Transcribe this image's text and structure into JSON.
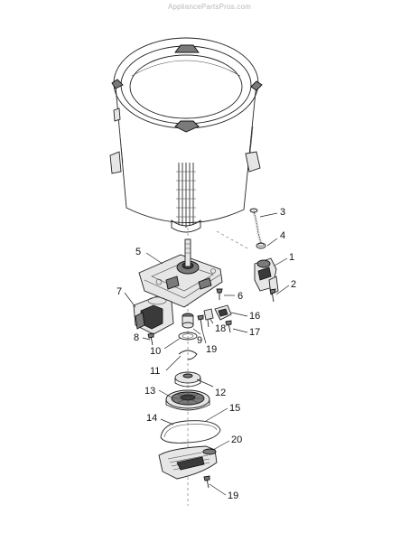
{
  "watermark": "AppliancePartsPros.com",
  "callouts": [
    {
      "id": "3",
      "text": "3"
    },
    {
      "id": "4",
      "text": "4"
    },
    {
      "id": "1",
      "text": "1"
    },
    {
      "id": "2",
      "text": "2"
    },
    {
      "id": "5",
      "text": "5"
    },
    {
      "id": "6",
      "text": "6"
    },
    {
      "id": "7",
      "text": "7"
    },
    {
      "id": "16",
      "text": "16"
    },
    {
      "id": "18",
      "text": "18"
    },
    {
      "id": "17",
      "text": "17"
    },
    {
      "id": "8",
      "text": "8"
    },
    {
      "id": "9",
      "text": "9"
    },
    {
      "id": "19a",
      "text": "19"
    },
    {
      "id": "10",
      "text": "10"
    },
    {
      "id": "11",
      "text": "11"
    },
    {
      "id": "12",
      "text": "12"
    },
    {
      "id": "13",
      "text": "13"
    },
    {
      "id": "14",
      "text": "14"
    },
    {
      "id": "15",
      "text": "15"
    },
    {
      "id": "20",
      "text": "20"
    },
    {
      "id": "19b",
      "text": "19"
    }
  ]
}
